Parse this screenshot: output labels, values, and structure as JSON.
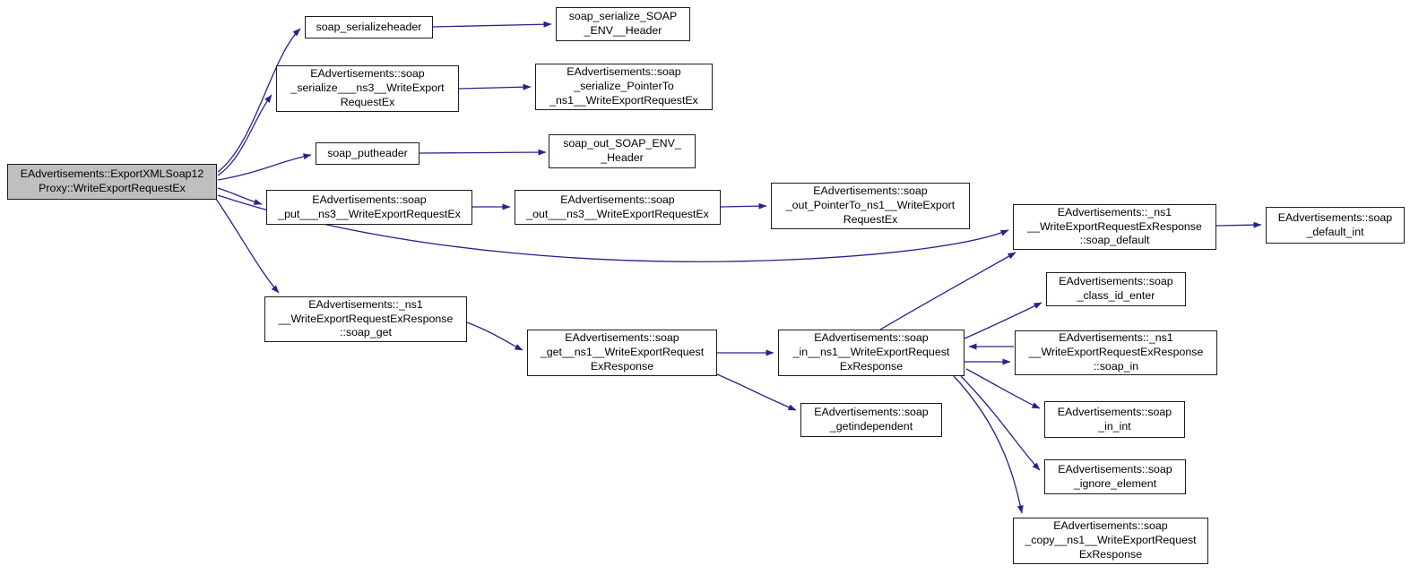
{
  "diagram": {
    "type": "call-graph",
    "edge_color": "#24248f",
    "root_fill": "#bfbfbf",
    "node_fill": "#ffffff",
    "nodes": [
      {
        "id": "root",
        "label": "EAdvertisements::ExportXMLSoap12\nProxy::WriteExportRequestEx"
      },
      {
        "id": "soap_serializeheader",
        "label": "soap_serializeheader"
      },
      {
        "id": "soap_serialize_SOAP_ENV__Header",
        "label": "soap_serialize_SOAP\n_ENV__Header"
      },
      {
        "id": "soap_serialize___ns3__WriteExportRequestEx",
        "label": "EAdvertisements::soap\n_serialize___ns3__WriteExport\nRequestEx"
      },
      {
        "id": "soap_serialize_PointerTo_ns1__WriteExportRequestEx",
        "label": "EAdvertisements::soap\n_serialize_PointerTo\n_ns1__WriteExportRequestEx"
      },
      {
        "id": "soap_putheader",
        "label": "soap_putheader"
      },
      {
        "id": "soap_out_SOAP_ENV__Header",
        "label": "soap_out_SOAP_ENV_\n_Header"
      },
      {
        "id": "soap_put___ns3__WriteExportRequestEx",
        "label": "EAdvertisements::soap\n_put___ns3__WriteExportRequestEx"
      },
      {
        "id": "soap_out___ns3__WriteExportRequestEx",
        "label": "EAdvertisements::soap\n_out___ns3__WriteExportRequestEx"
      },
      {
        "id": "soap_out_PointerTo_ns1__WriteExportRequestEx",
        "label": "EAdvertisements::soap\n_out_PointerTo_ns1__WriteExport\nRequestEx"
      },
      {
        "id": "ns1__WriteExportRequestExResponse_soap_default",
        "label": "EAdvertisements::_ns1\n__WriteExportRequestExResponse\n::soap_default"
      },
      {
        "id": "soap_default_int",
        "label": "EAdvertisements::soap\n_default_int"
      },
      {
        "id": "ns1__WriteExportRequestExResponse_soap_get",
        "label": "EAdvertisements::_ns1\n__WriteExportRequestExResponse\n::soap_get"
      },
      {
        "id": "soap_get__ns1__WriteExportRequestExResponse",
        "label": "EAdvertisements::soap\n_get__ns1__WriteExportRequest\nExResponse"
      },
      {
        "id": "soap_in__ns1__WriteExportRequestExResponse",
        "label": "EAdvertisements::soap\n_in__ns1__WriteExportRequest\nExResponse"
      },
      {
        "id": "soap_getindependent",
        "label": "EAdvertisements::soap\n_getindependent"
      },
      {
        "id": "soap_class_id_enter",
        "label": "EAdvertisements::soap\n_class_id_enter"
      },
      {
        "id": "ns1__WriteExportRequestExResponse_soap_in",
        "label": "EAdvertisements::_ns1\n__WriteExportRequestExResponse\n::soap_in"
      },
      {
        "id": "soap_in_int",
        "label": "EAdvertisements::soap\n_in_int"
      },
      {
        "id": "soap_ignore_element",
        "label": "EAdvertisements::soap\n_ignore_element"
      },
      {
        "id": "soap_copy__ns1__WriteExportRequestExResponse",
        "label": "EAdvertisements::soap\n_copy__ns1__WriteExportRequest\nExResponse"
      }
    ],
    "edges": [
      {
        "from": "root",
        "to": "soap_serializeheader"
      },
      {
        "from": "root",
        "to": "soap_serialize___ns3__WriteExportRequestEx"
      },
      {
        "from": "root",
        "to": "soap_putheader"
      },
      {
        "from": "root",
        "to": "soap_put___ns3__WriteExportRequestEx"
      },
      {
        "from": "root",
        "to": "ns1__WriteExportRequestExResponse_soap_default"
      },
      {
        "from": "root",
        "to": "ns1__WriteExportRequestExResponse_soap_get"
      },
      {
        "from": "soap_serializeheader",
        "to": "soap_serialize_SOAP_ENV__Header"
      },
      {
        "from": "soap_serialize___ns3__WriteExportRequestEx",
        "to": "soap_serialize_PointerTo_ns1__WriteExportRequestEx"
      },
      {
        "from": "soap_putheader",
        "to": "soap_out_SOAP_ENV__Header"
      },
      {
        "from": "soap_put___ns3__WriteExportRequestEx",
        "to": "soap_out___ns3__WriteExportRequestEx"
      },
      {
        "from": "soap_out___ns3__WriteExportRequestEx",
        "to": "soap_out_PointerTo_ns1__WriteExportRequestEx"
      },
      {
        "from": "ns1__WriteExportRequestExResponse_soap_default",
        "to": "soap_default_int"
      },
      {
        "from": "ns1__WriteExportRequestExResponse_soap_get",
        "to": "soap_get__ns1__WriteExportRequestExResponse"
      },
      {
        "from": "soap_get__ns1__WriteExportRequestExResponse",
        "to": "soap_in__ns1__WriteExportRequestExResponse"
      },
      {
        "from": "soap_get__ns1__WriteExportRequestExResponse",
        "to": "soap_getindependent"
      },
      {
        "from": "soap_in__ns1__WriteExportRequestExResponse",
        "to": "ns1__WriteExportRequestExResponse_soap_default"
      },
      {
        "from": "soap_in__ns1__WriteExportRequestExResponse",
        "to": "soap_class_id_enter"
      },
      {
        "from": "soap_in__ns1__WriteExportRequestExResponse",
        "to": "ns1__WriteExportRequestExResponse_soap_in"
      },
      {
        "from": "ns1__WriteExportRequestExResponse_soap_in",
        "to": "soap_in__ns1__WriteExportRequestExResponse"
      },
      {
        "from": "soap_in__ns1__WriteExportRequestExResponse",
        "to": "soap_in_int"
      },
      {
        "from": "soap_in__ns1__WriteExportRequestExResponse",
        "to": "soap_ignore_element"
      },
      {
        "from": "soap_in__ns1__WriteExportRequestExResponse",
        "to": "soap_copy__ns1__WriteExportRequestExResponse"
      }
    ]
  }
}
